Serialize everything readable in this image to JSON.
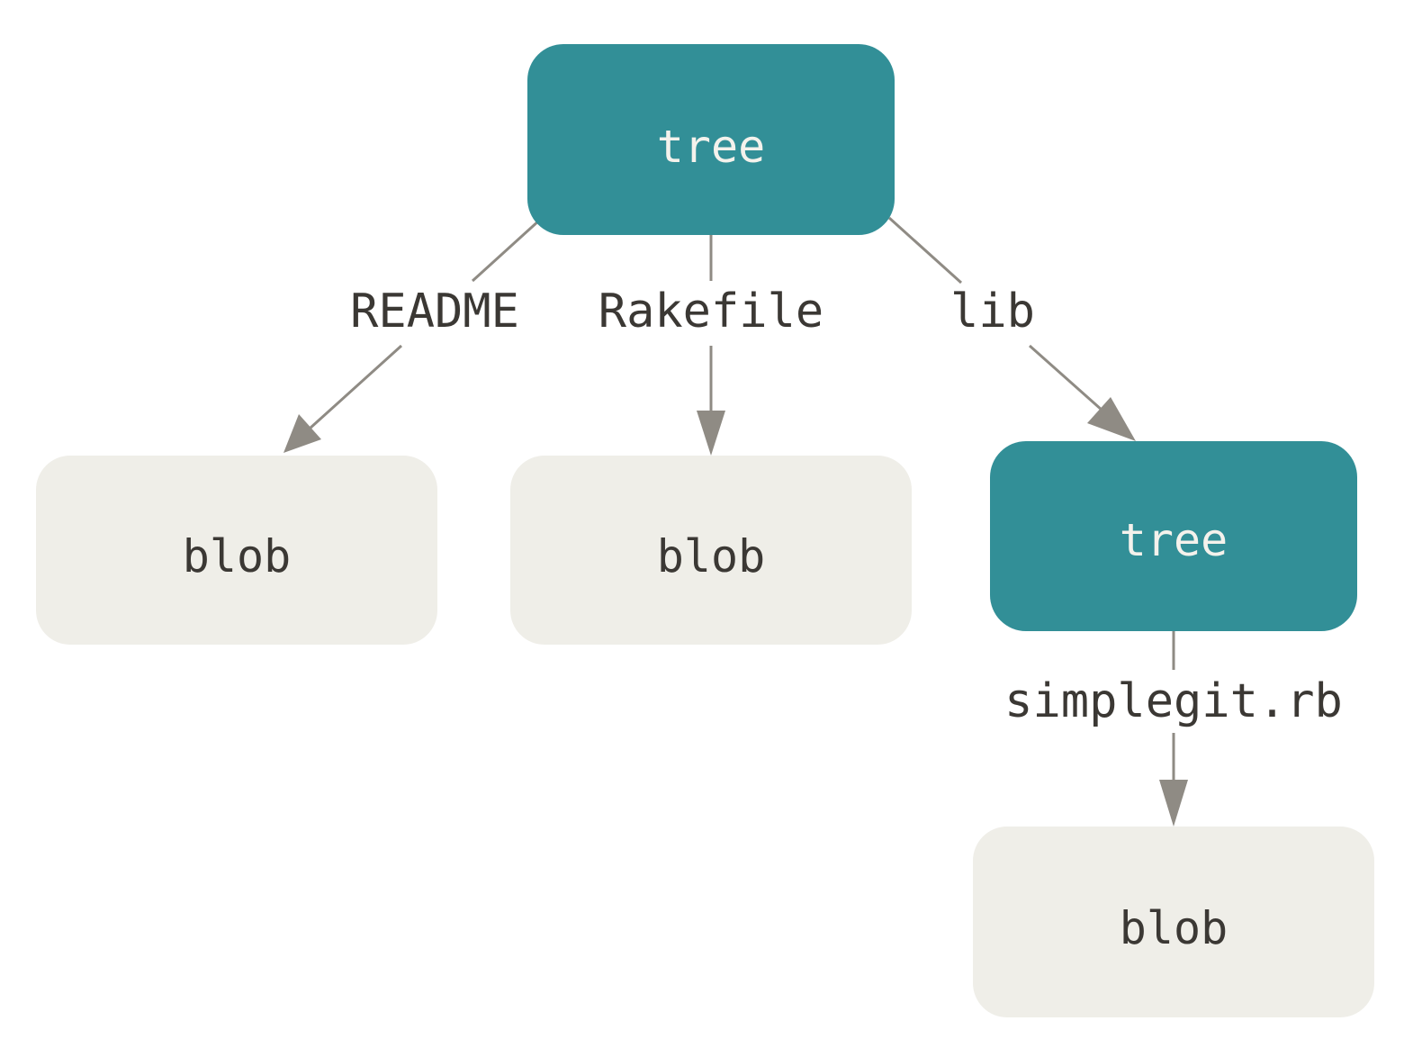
{
  "colors": {
    "tree_fill": "#328f97",
    "tree_text": "#f4f2ec",
    "blob_fill": "#efeee8",
    "blob_text": "#3b3834",
    "edge": "#8f8b84"
  },
  "nodes": {
    "root_tree": {
      "label": "tree"
    },
    "blob_readme": {
      "label": "blob"
    },
    "blob_rakefile": {
      "label": "blob"
    },
    "lib_tree": {
      "label": "tree"
    },
    "blob_simplegit": {
      "label": "blob"
    }
  },
  "edges": {
    "readme": {
      "label": "README"
    },
    "rakefile": {
      "label": "Rakefile"
    },
    "lib": {
      "label": "lib"
    },
    "simplegit": {
      "label": "simplegit.rb"
    }
  }
}
